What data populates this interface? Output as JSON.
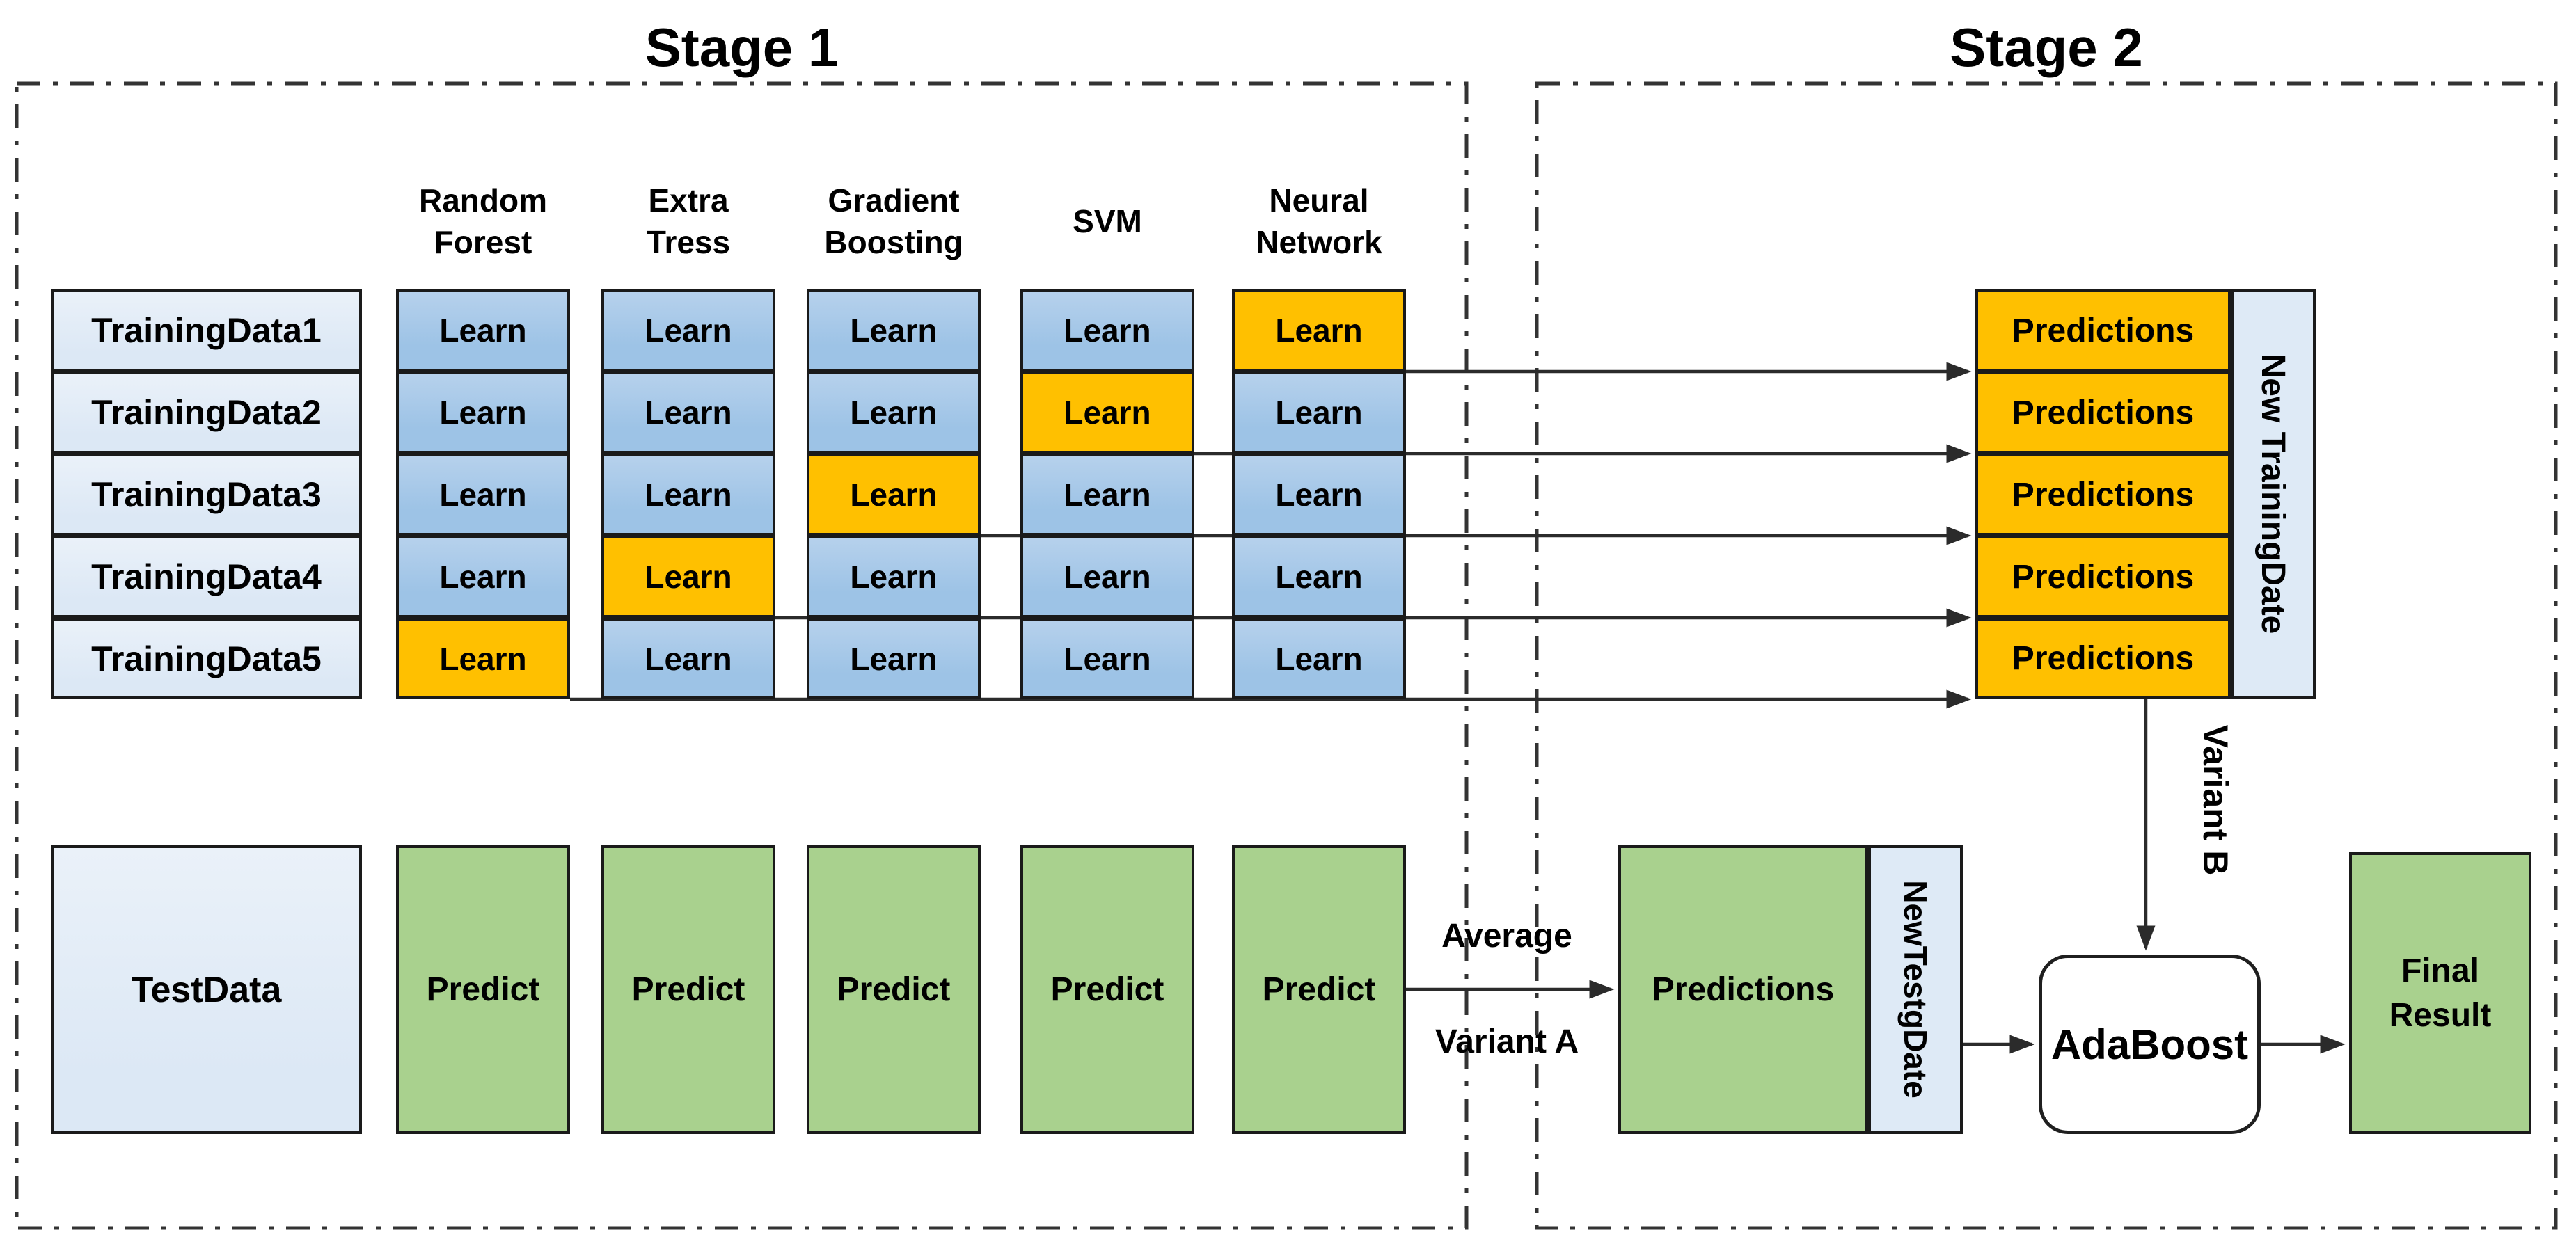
{
  "diagram": {
    "stage1": {
      "title": "Stage 1",
      "classifier_headers": [
        [
          "Random",
          "Forest"
        ],
        [
          "Extra",
          "Tress"
        ],
        [
          "Gradient",
          "Boosting"
        ],
        [
          "SVM"
        ],
        [
          "Neural",
          "Network"
        ]
      ],
      "training_row_labels": [
        "TrainingData1",
        "TrainingData2",
        "TrainingData3",
        "TrainingData4",
        "TrainingData5"
      ],
      "learn_cell_label": "Learn",
      "highlighted_column_per_row": [
        4,
        3,
        2,
        1,
        0
      ],
      "test_data_label": "TestData",
      "predict_cell_label": "Predict"
    },
    "stage2": {
      "title": "Stage 2",
      "predictions_cell_label": "Predictions",
      "new_training_strip_label": "New TrainingDate",
      "predictions_test_label": "Predictions",
      "new_test_strip_label": "NewTestgDate",
      "adaboost_label": "AdaBoost",
      "final_result_lines": [
        "Final",
        "Result"
      ],
      "variant_b_label": "Variant B"
    },
    "connectors": {
      "average_label": "Average",
      "variant_a_label": "Variant A"
    }
  },
  "colors": {
    "learn_blue": "#9DC3E6",
    "highlight_orange": "#FFC000",
    "predict_green": "#A9D18E",
    "data_light_blue": "#DCE8F5",
    "strip_light_blue": "#DEEAF6",
    "line_dark": "#2b2b2b",
    "background": "#FFFFFF"
  }
}
